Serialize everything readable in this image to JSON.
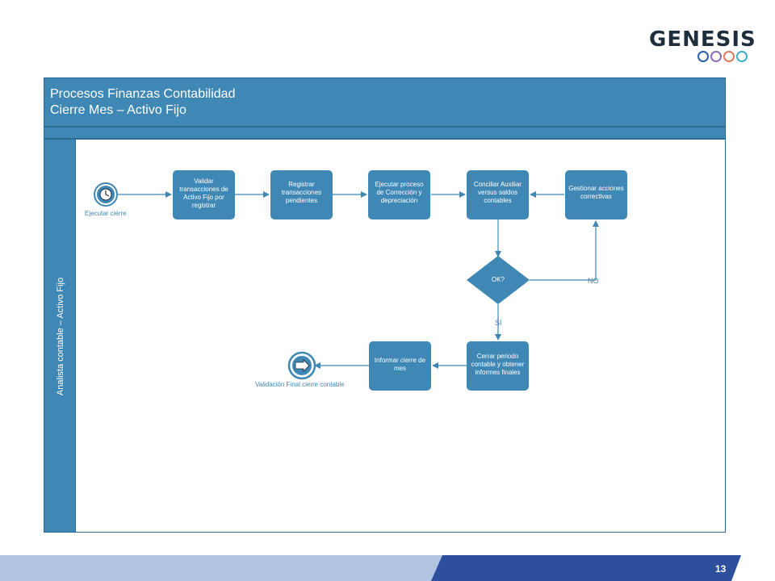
{
  "logo": {
    "text": "GENESIS",
    "ring_colors": [
      "#2b5fa8",
      "#8a6bb8",
      "#e07a5f",
      "#3fb0c8"
    ]
  },
  "pool": {
    "title": "Procesos Finanzas Contabilidad",
    "subtitle": "Cierre Mes – Activo Fijo"
  },
  "lane": {
    "label": "Analista contable – Activo Fijo"
  },
  "start_event": {
    "label": "Ejecutar cierre"
  },
  "end_event": {
    "label": "Validación Final cierre contable"
  },
  "tasks": [
    {
      "label": "Validar transacciones de Activo Fijo por registrar"
    },
    {
      "label": "Registrar transacciones pendientes"
    },
    {
      "label": "Ejecutar proceso de Corrección y depreciación"
    },
    {
      "label": "Conciliar Auxiliar versus saldos contables"
    },
    {
      "label": "Gestionar acciones correctivas"
    },
    {
      "label": "Cerrar periodo contable y obtener informes finales"
    },
    {
      "label": "Informar cierre de mes"
    }
  ],
  "gateway": {
    "label": "OK?"
  },
  "flows": {
    "no": "NO",
    "si": "SI"
  },
  "colors": {
    "accent": "#3f87b4",
    "border": "#2b6a92",
    "bar_light": "#b1c4e2",
    "bar_dark": "#2e4f9e"
  },
  "page_number": "13"
}
